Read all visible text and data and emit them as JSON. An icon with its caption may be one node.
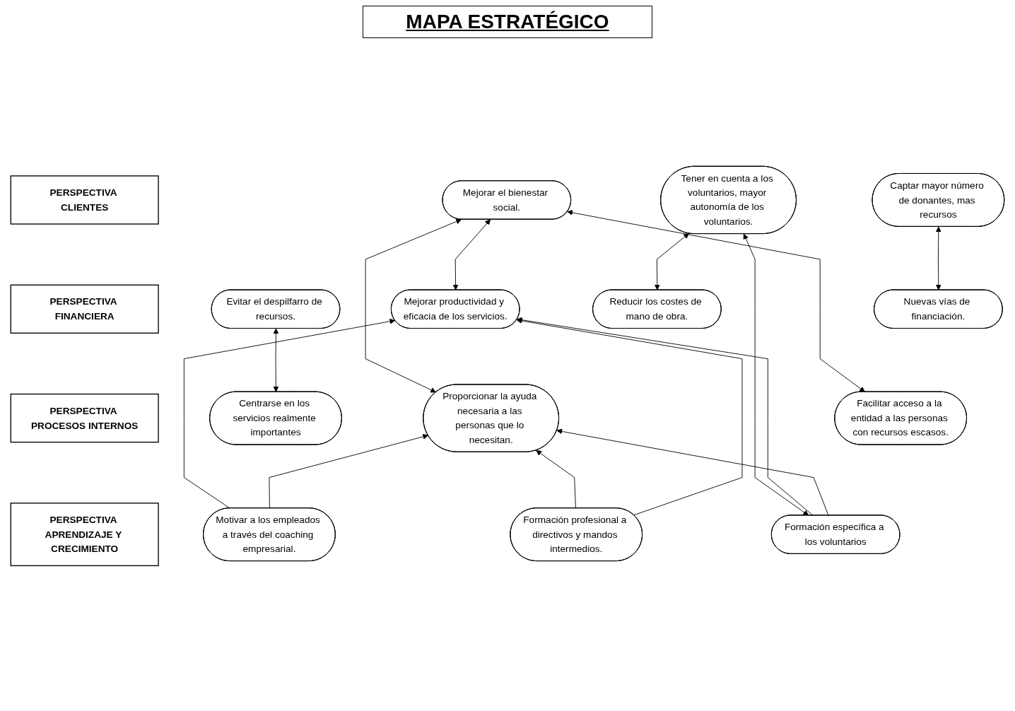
{
  "diagram": {
    "title": "MAPA ESTRATÉGICO",
    "nodes": [
      {
        "text": [
          "PERSPECTIVA CLIENTES"
        ]
      },
      {
        "text": [
          "Tener en cuenta a los voluntarios, mayor autonomía de los voluntarios."
        ]
      },
      {
        "text": [
          "Captar mayor número de donantes, mas recursos"
        ]
      },
      {
        "text": [
          "Mejorar el bienestar social."
        ]
      },
      {
        "text": [
          "PERSPECTIVA FINANCIERA"
        ]
      },
      {
        "text": [
          "Mejorar productividad y eficacia de los servicios."
        ]
      },
      {
        "text": [
          "Reducir los costes de mano de obra."
        ]
      },
      {
        "text": [
          "Nuevas vías de financiación."
        ]
      },
      {
        "text": [
          "Evitar el despilfarro de recursos."
        ]
      },
      {
        "text": [
          "PERSPECTIVA PROCESOS INTERNOS"
        ]
      },
      {
        "text": [
          "Proporcionar la ayuda necesaria a las personas que lo necesitan."
        ]
      },
      {
        "text": [
          "Facilitar acceso a la entidad a las personas con recursos escasos."
        ]
      },
      {
        "text": [
          "Centrarse en los servicios realmente importantes"
        ]
      },
      {
        "text": [
          "PERSPECTIVA APRENDIZAJE Y CRECIMIENTO"
        ]
      },
      {
        "text": [
          "Formación profesional a directivos y mandos intermedios."
        ]
      },
      {
        "text": [
          "Formación específica a los voluntarios"
        ]
      },
      {
        "text": [
          "Motivar a los empleados a través del coaching empresarial."
        ]
      }
    ],
    "edges": [
      {
        "from": 6,
        "to": 1,
        "arrow": "both"
      },
      {
        "from": 7,
        "to": 2,
        "arrow": "both"
      },
      {
        "from": 5,
        "to": 3,
        "arrow": "both"
      },
      {
        "from": 10,
        "to": 3,
        "arrow": "both"
      },
      {
        "from": 11,
        "to": 3,
        "arrow": "both"
      },
      {
        "from": 12,
        "to": 8,
        "arrow": "both"
      },
      {
        "from": 15,
        "to": 1,
        "arrow": "both"
      },
      {
        "from": 15,
        "to": 5,
        "arrow": "to"
      },
      {
        "from": 16,
        "to": 5,
        "arrow": "to"
      },
      {
        "from": 16,
        "to": 10,
        "arrow": "to"
      },
      {
        "from": 15,
        "to": 10,
        "arrow": "to"
      },
      {
        "from": 14,
        "to": 10,
        "arrow": "to"
      },
      {
        "from": 14,
        "to": 5,
        "arrow": "to"
      }
    ]
  }
}
